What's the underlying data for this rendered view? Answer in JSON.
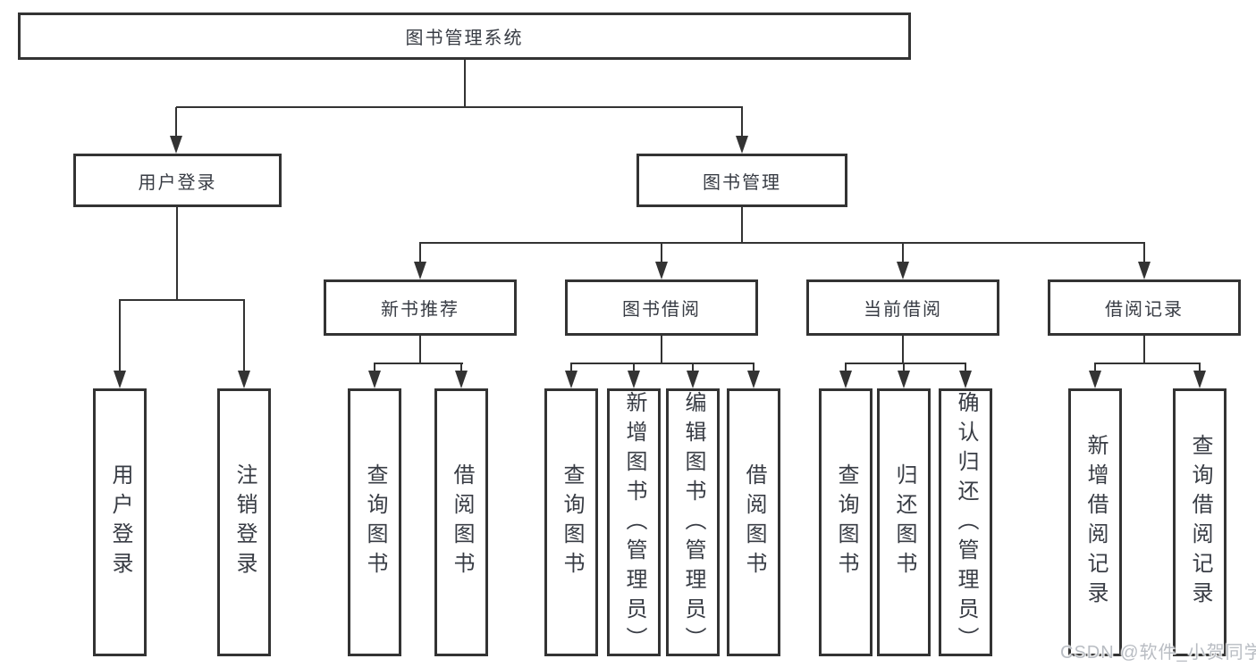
{
  "diagram": {
    "root": {
      "label": "图书管理系统"
    },
    "branches": [
      {
        "label": "用户登录",
        "leaves": [
          {
            "label": "用户登录"
          },
          {
            "label": "注销登录"
          }
        ]
      },
      {
        "label": "图书管理",
        "groups": [
          {
            "label": "新书推荐",
            "leaves": [
              {
                "label": "查询图书"
              },
              {
                "label": "借阅图书"
              }
            ]
          },
          {
            "label": "图书借阅",
            "leaves": [
              {
                "label": "查询图书"
              },
              {
                "label": "新增图书（管理员）"
              },
              {
                "label": "编辑图书（管理员）"
              },
              {
                "label": "借阅图书"
              }
            ]
          },
          {
            "label": "当前借阅",
            "leaves": [
              {
                "label": "查询图书"
              },
              {
                "label": "归还图书"
              },
              {
                "label": "确认归还（管理员）"
              }
            ]
          },
          {
            "label": "借阅记录",
            "leaves": [
              {
                "label": "新增借阅记录"
              },
              {
                "label": "查询借阅记录"
              }
            ]
          }
        ]
      }
    ]
  },
  "colors": {
    "line": "#333333",
    "text": "#383c44",
    "watermark": "#b9bdc3"
  },
  "watermark": {
    "text": "CSDN @软件_小贺同学"
  }
}
